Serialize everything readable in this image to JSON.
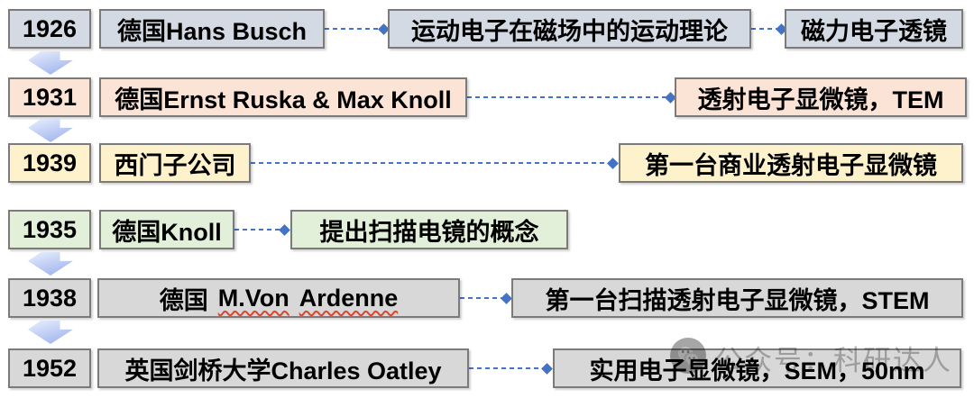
{
  "colors": {
    "row_blue": "#d3dae4",
    "row_peach": "#fbe3d5",
    "row_yellow": "#fef2cc",
    "row_green": "#e2efd9",
    "row_gray": "#d8d8d8",
    "connector_blue": "#4472c4",
    "arrow_blue": "#aec4f0",
    "border_gray": "#7b7b7b"
  },
  "rows": [
    {
      "year": "1926",
      "who": "德国Hans Busch",
      "outcomes": [
        "运动电子在磁场中的运动理论",
        "磁力电子透镜"
      ]
    },
    {
      "year": "1931",
      "who": "德国Ernst Ruska & Max Knoll",
      "outcomes": [
        "透射电子显微镜，TEM"
      ]
    },
    {
      "year": "1939",
      "who": "西门子公司",
      "outcomes": [
        "第一台商业透射电子显微镜"
      ]
    },
    {
      "year": "1935",
      "who": "德国Knoll",
      "outcomes": [
        "提出扫描电镜的概念"
      ]
    },
    {
      "year": "1938",
      "who_prefix": "德国",
      "who_name_parts": [
        "M.Von",
        "Ardenne"
      ],
      "outcomes": [
        "第一台扫描透射电子显微镜，STEM"
      ]
    },
    {
      "year": "1952",
      "who": "英国剑桥大学Charles Oatley",
      "outcomes": [
        "实用电子显微镜，SEM，50nm"
      ]
    }
  ],
  "watermark": {
    "icon": "wechat-icon",
    "text": "公众号：科研达人"
  }
}
